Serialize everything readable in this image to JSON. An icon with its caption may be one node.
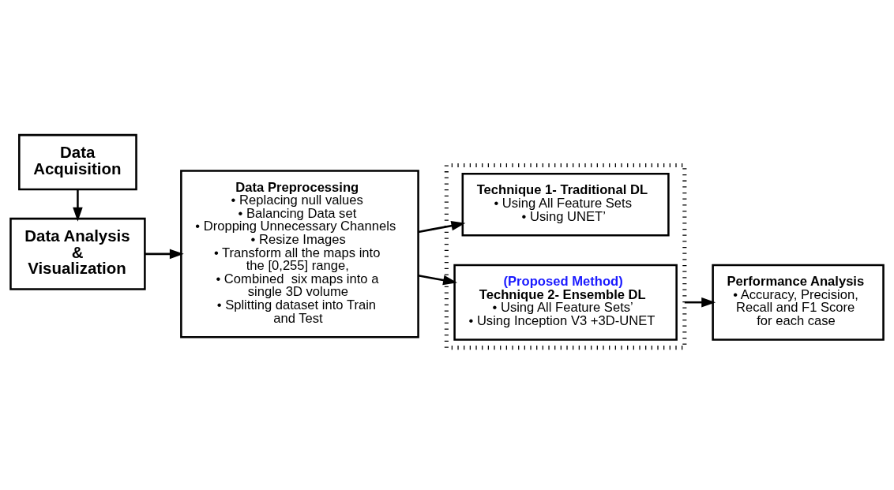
{
  "diagram": {
    "nodes": [
      {
        "text": [
          "Data Acquisition"
        ]
      },
      {
        "text": [
          "Data Analysis & Visualization"
        ]
      },
      {
        "text": [
          "Data Preprocessing",
          "• Replacing null values",
          "• Balancing Data set",
          "• Dropping Unnecessary Channels",
          "• Resize Images",
          "• Transform all the maps into the [0,255] range,",
          "• Combined  six maps into a single 3D volume",
          "• Splitting dataset into Train and Test"
        ]
      },
      {
        "text": [],
        "shape": "box"
      },
      {
        "text": [
          "Technique 1- Traditional DL",
          "• Using All Feature Sets",
          "• Using UNET’"
        ],
        "in": 3
      },
      {
        "text": [
          "(Proposed Method)",
          "Technique 2- Ensemble DL",
          "• Using All Feature Sets’",
          "• Using Inception V3 +3D-UNET"
        ],
        "in": 3
      },
      {
        "text": [
          "Performance Analysis",
          "• Accuracy, Precision, Recall and F1 Score for each case"
        ]
      }
    ],
    "edges": [
      {
        "from": 0,
        "to": 1,
        "arrow": "to"
      },
      {
        "from": 1,
        "to": 2,
        "arrow": "to"
      },
      {
        "from": 2,
        "to": 4,
        "arrow": "to"
      },
      {
        "from": 2,
        "to": 5,
        "arrow": "to"
      },
      {
        "from": 3,
        "to": 6,
        "arrow": "to"
      }
    ]
  }
}
